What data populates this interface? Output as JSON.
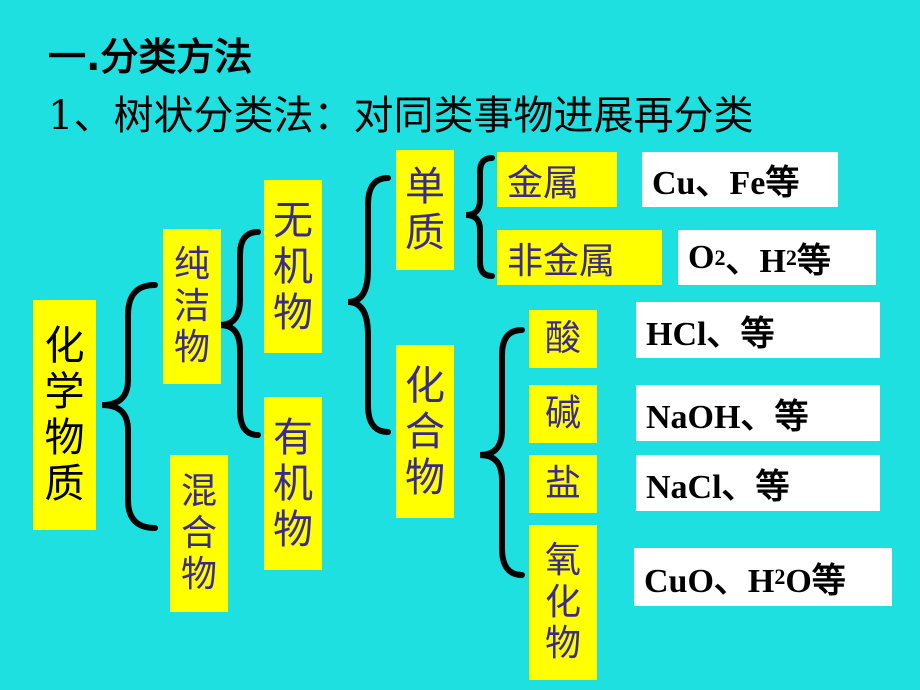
{
  "heading": "一.分类方法",
  "subheading": "1、树状分类法：对同类事物进展再分类",
  "nodes": {
    "chemical_substance": "化学物质",
    "pure_substance": "纯洁物",
    "mixture": "混合物",
    "inorganic": "无机物",
    "organic": "有机物",
    "element": "单质",
    "compound": "化合物",
    "metal": "金属",
    "nonmetal": "非金属",
    "acid": "酸",
    "base": "碱",
    "salt": "盐",
    "oxide": "氧化物"
  },
  "examples": {
    "metal": "Cu、Fe等",
    "nonmetal_a": "O",
    "nonmetal_sub1": "2",
    "nonmetal_b": "、H",
    "nonmetal_sub2": "2",
    "nonmetal_c": "等",
    "acid": "HCl、等",
    "base": "NaOH、等",
    "salt": "NaCl、等",
    "oxide_a": "CuO、H",
    "oxide_sub": "2",
    "oxide_b": "O等"
  },
  "colors": {
    "background": "#1fe0e0",
    "box": "#ffff00",
    "note": "#ffffff",
    "purple_text": "#3a2a8e",
    "bracket": "#000000"
  }
}
